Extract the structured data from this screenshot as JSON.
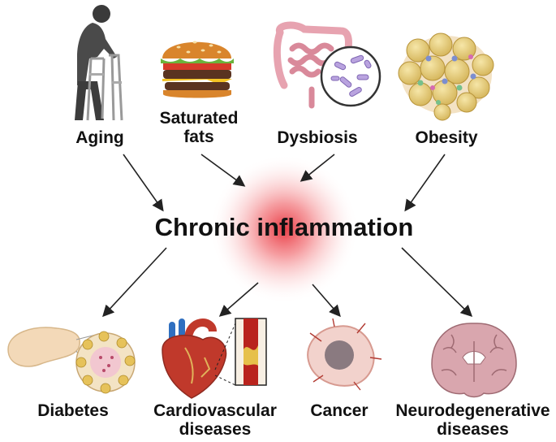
{
  "center": {
    "label": "Chronic inflammation"
  },
  "causes": [
    {
      "id": "aging",
      "label": "Aging",
      "icon": "elderly-walker-icon"
    },
    {
      "id": "saturated-fats",
      "label": "Saturated fats",
      "line1": "Saturated",
      "line2": "fats",
      "icon": "burger-icon"
    },
    {
      "id": "dysbiosis",
      "label": "Dysbiosis",
      "icon": "intestine-bacteria-icon"
    },
    {
      "id": "obesity",
      "label": "Obesity",
      "icon": "adipose-tissue-icon"
    }
  ],
  "outcomes": [
    {
      "id": "diabetes",
      "label": "Diabetes",
      "icon": "pancreas-islet-icon"
    },
    {
      "id": "cardiovascular",
      "label": "Cardiovascular diseases",
      "line1": "Cardiovascular",
      "line2": "diseases",
      "icon": "heart-artery-icon"
    },
    {
      "id": "cancer",
      "label": "Cancer",
      "icon": "tumor-cell-icon"
    },
    {
      "id": "neuro",
      "label": "Neurodegenerative diseases",
      "line1": "Neurodegenerative",
      "line2": "diseases",
      "icon": "brain-section-icon"
    }
  ],
  "colors": {
    "glow": "#e8323c",
    "text": "#111111",
    "arrow": "#222222",
    "fat_cell": "#e8cf7a",
    "artery_red": "#c0392b",
    "vein_blue": "#2f6fc0"
  }
}
